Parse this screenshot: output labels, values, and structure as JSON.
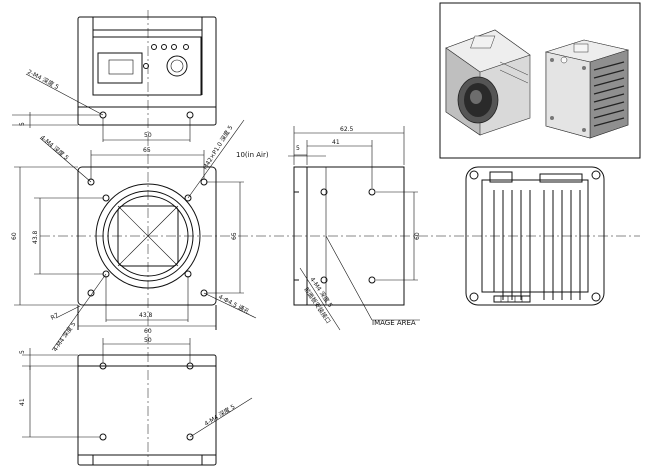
{
  "top_view": {
    "callout_holes": "2-M4 深度 5",
    "dim_offset": "5",
    "dim_spacing": "50"
  },
  "front_view": {
    "dim_width_outer": "65",
    "dim_height": "60",
    "dim_height_inner": "43.8",
    "dim_height_right": "65",
    "dim_width_inner": "43.8",
    "dim_width_bottom": "60",
    "callout_top_left": "4-M4 深度 5",
    "callout_top_right": "M42×P1.0 深度 5",
    "callout_bottom_right": "4-Φ4.5 通孔",
    "callout_bottom_left": "4-M4 深度 5",
    "radius": "R7"
  },
  "side_view": {
    "dim_depth": "62.5",
    "dim_41": "41",
    "dim_5": "5",
    "dim_60": "60",
    "flange_note": "10(in Air)",
    "callout_side": "4-M4 深度 5",
    "callout_note": "前面板安装接口",
    "image_area_label": "IMAGE AREA"
  },
  "bottom_view": {
    "dim_offset": "5",
    "dim_spacing": "50",
    "dim_depth": "41",
    "callout_holes": "4-M4 深度 5"
  }
}
